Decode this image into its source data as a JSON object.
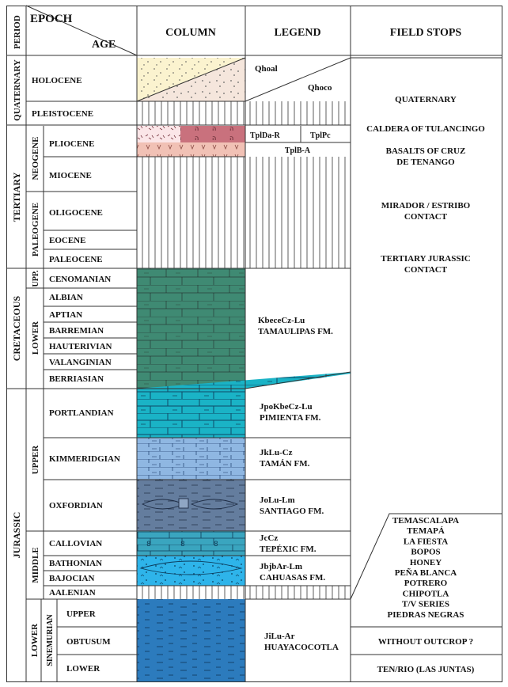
{
  "headers": {
    "period": "PERIOD",
    "epoch": "EPOCH",
    "age": "AGE",
    "column": "COLUMN",
    "legend": "LEGEND",
    "field_stops": "FIELD STOPS"
  },
  "periods": {
    "quaternary": "QUATERNARY",
    "tertiary": "TERTIARY",
    "cretaceous": "CRETACEOUS",
    "jurassic": "JURASSIC"
  },
  "sub_epochs": {
    "neogene": "NEOGENE",
    "paleogene": "PALEOGENE",
    "upp": "UPP.",
    "cret_lower": "LOWER",
    "jur_upper": "UPPER",
    "jur_middle": "MIDDLE",
    "jur_lower": "LOWER",
    "sinemurian": "SINEMURIAN"
  },
  "ages": {
    "holocene": "HOLOCENE",
    "pleistocene": "PLEISTOCENE",
    "pliocene": "PLIOCENE",
    "miocene": "MIOCENE",
    "oligocene": "OLIGOCENE",
    "eocene": "EOCENE",
    "paleocene": "PALEOCENE",
    "cenomanian": "CENOMANIAN",
    "albian": "ALBIAN",
    "aptian": "APTIAN",
    "barremian": "BARREMIAN",
    "hauterivian": "HAUTERIVIAN",
    "valanginian": "VALANGINIAN",
    "berriasian": "BERRIASIAN",
    "portlandian": "PORTLANDIAN",
    "kimmeridgian": "KIMMERIDGIAN",
    "oxfordian": "OXFORDIAN",
    "callovian": "CALLOVIAN",
    "bathonian": "BATHONIAN",
    "bajocian": "BAJOCIAN",
    "aalenian": "AALENIAN",
    "sin_upper": "UPPER",
    "obtusum": "OBTUSUM",
    "sin_lower": "LOWER"
  },
  "legend": {
    "qhoal": "Qhoal",
    "qhoco": "Qhoco",
    "tplda": "TplDa-R",
    "tplpc": "TplPc",
    "tplb": "TplB-A",
    "kbece_code": "KbeceCz-Lu",
    "kbece_name": "TAMAULIPAS FM.",
    "jpo_code": "JpoKbeCz-Lu",
    "jpo_name": "PIMIENTA FM.",
    "jk_code": "JkLu-Cz",
    "jk_name": "TAMÁN FM.",
    "jo_code": "JoLu-Lm",
    "jo_name": "SANTIAGO FM.",
    "jc_code": "JcCz",
    "jc_name": "TEPÉXIC FM.",
    "jbj_code": "JbjbAr-Lm",
    "jbj_name": "CAHUASAS FM.",
    "ji_code": "JiLu-Ar",
    "ji_name": "HUAYACOCOTLA"
  },
  "field_stops": {
    "quaternary": "QUATERNARY",
    "caldera": "CALDERA OF TULANCINGO",
    "basalts_1": "BASALTS OF CRUZ",
    "basalts_2": "DE TENANGO",
    "mirador_1": "MIRADOR / ESTRIBO",
    "mirador_2": "CONTACT",
    "tj_1": "TERTIARY JURASSIC",
    "tj_2": "CONTACT",
    "list": [
      "TEMASCALAPA",
      "TEMAPÁ",
      "LA FIESTA",
      "BOPOS",
      "HONEY",
      "PEÑA BLANCA",
      "POTRERO",
      "CHIPOTLA",
      "T/V  SERIES",
      "PIEDRAS NEGRAS"
    ],
    "without": "WITHOUT OUTCROP  ?",
    "tenrio": "TEN/RIO  (LAS JUNTAS)"
  },
  "colors": {
    "quaternary_sand": "#fbf3cf",
    "quaternary_alluvium": "#f5e6dc",
    "pliocene_red": "#c9717d",
    "pliocene_pink": "#f1c1b5",
    "tamaulipas": "#3f8a73",
    "pimienta": "#1ab3c6",
    "taman": "#8fb7e2",
    "santiago": "#647d9e",
    "tepexic": "#3aa5bf",
    "cahuasas": "#2eb4ea",
    "huayacocotla": "#2c7bbd"
  }
}
